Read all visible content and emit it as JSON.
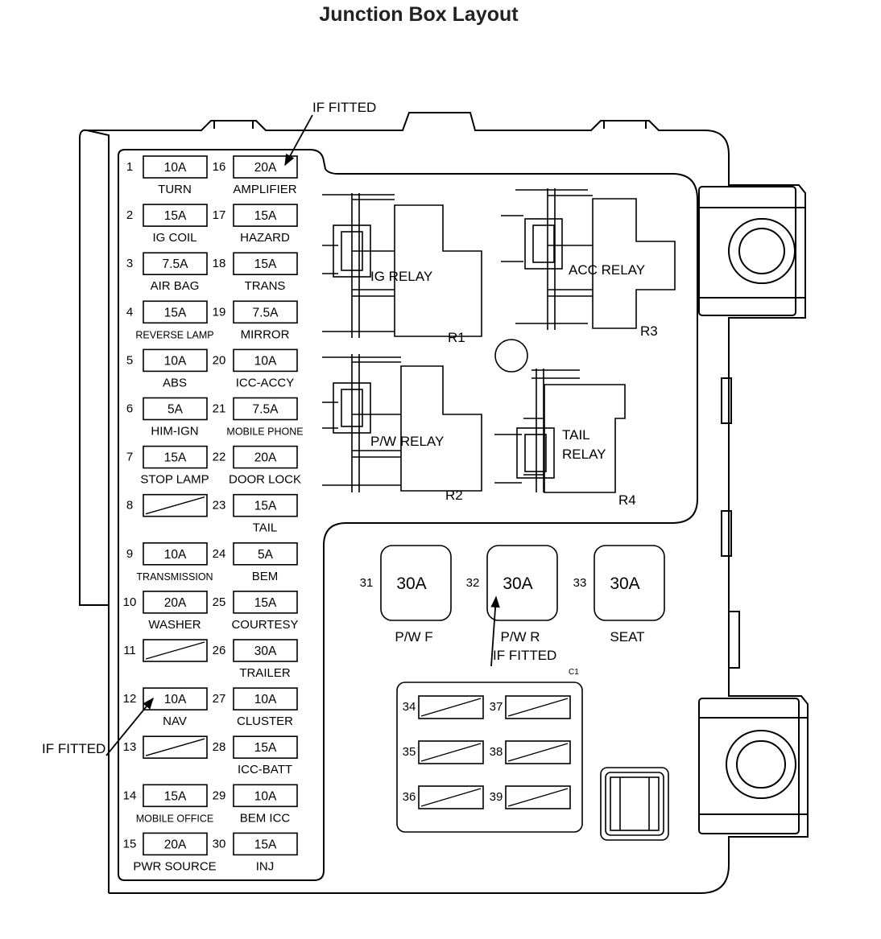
{
  "title": "Junction Box Layout",
  "annotations": {
    "top_note": "IF FITTED",
    "left_note": "IF FITTED",
    "mid_note": "IF FITTED",
    "c1_label": "C1"
  },
  "fuses_left": [
    {
      "no": "1",
      "amp": "10A",
      "label": "TURN"
    },
    {
      "no": "2",
      "amp": "15A",
      "label": "IG COIL"
    },
    {
      "no": "3",
      "amp": "7.5A",
      "label": "AIR BAG"
    },
    {
      "no": "4",
      "amp": "15A",
      "label": "REVERSE LAMP"
    },
    {
      "no": "5",
      "amp": "10A",
      "label": "ABS"
    },
    {
      "no": "6",
      "amp": "5A",
      "label": "HIM-IGN"
    },
    {
      "no": "7",
      "amp": "15A",
      "label": "STOP LAMP"
    },
    {
      "no": "8",
      "amp": "",
      "label": ""
    },
    {
      "no": "9",
      "amp": "10A",
      "label": "TRANSMISSION"
    },
    {
      "no": "10",
      "amp": "20A",
      "label": "WASHER"
    },
    {
      "no": "11",
      "amp": "",
      "label": ""
    },
    {
      "no": "12",
      "amp": "10A",
      "label": "NAV"
    },
    {
      "no": "13",
      "amp": "",
      "label": ""
    },
    {
      "no": "14",
      "amp": "15A",
      "label": "MOBILE OFFICE"
    },
    {
      "no": "15",
      "amp": "20A",
      "label": "PWR SOURCE"
    }
  ],
  "fuses_right": [
    {
      "no": "16",
      "amp": "20A",
      "label": "AMPLIFIER"
    },
    {
      "no": "17",
      "amp": "15A",
      "label": "HAZARD"
    },
    {
      "no": "18",
      "amp": "15A",
      "label": "TRANS"
    },
    {
      "no": "19",
      "amp": "7.5A",
      "label": "MIRROR"
    },
    {
      "no": "20",
      "amp": "10A",
      "label": "ICC-ACCY"
    },
    {
      "no": "21",
      "amp": "7.5A",
      "label": "MOBILE PHONE"
    },
    {
      "no": "22",
      "amp": "20A",
      "label": "DOOR LOCK"
    },
    {
      "no": "23",
      "amp": "15A",
      "label": "TAIL"
    },
    {
      "no": "24",
      "amp": "5A",
      "label": "BEM"
    },
    {
      "no": "25",
      "amp": "15A",
      "label": "COURTESY"
    },
    {
      "no": "26",
      "amp": "30A",
      "label": "TRAILER"
    },
    {
      "no": "27",
      "amp": "10A",
      "label": "CLUSTER"
    },
    {
      "no": "28",
      "amp": "15A",
      "label": "ICC-BATT"
    },
    {
      "no": "29",
      "amp": "10A",
      "label": "BEM ICC"
    },
    {
      "no": "30",
      "amp": "15A",
      "label": "INJ"
    }
  ],
  "relays": [
    {
      "name": "IG RELAY",
      "id": "R1"
    },
    {
      "name": "ACC RELAY",
      "id": "R3"
    },
    {
      "name": "P/W RELAY",
      "id": "R2"
    },
    {
      "name": "TAIL",
      "name2": "RELAY",
      "id": "R4"
    }
  ],
  "maxi_fuses": [
    {
      "no": "31",
      "amp": "30A",
      "label": "P/W F"
    },
    {
      "no": "32",
      "amp": "30A",
      "label": "P/W R"
    },
    {
      "no": "33",
      "amp": "30A",
      "label": "SEAT"
    }
  ],
  "spare_slots": [
    "34",
    "35",
    "36",
    "37",
    "38",
    "39"
  ]
}
